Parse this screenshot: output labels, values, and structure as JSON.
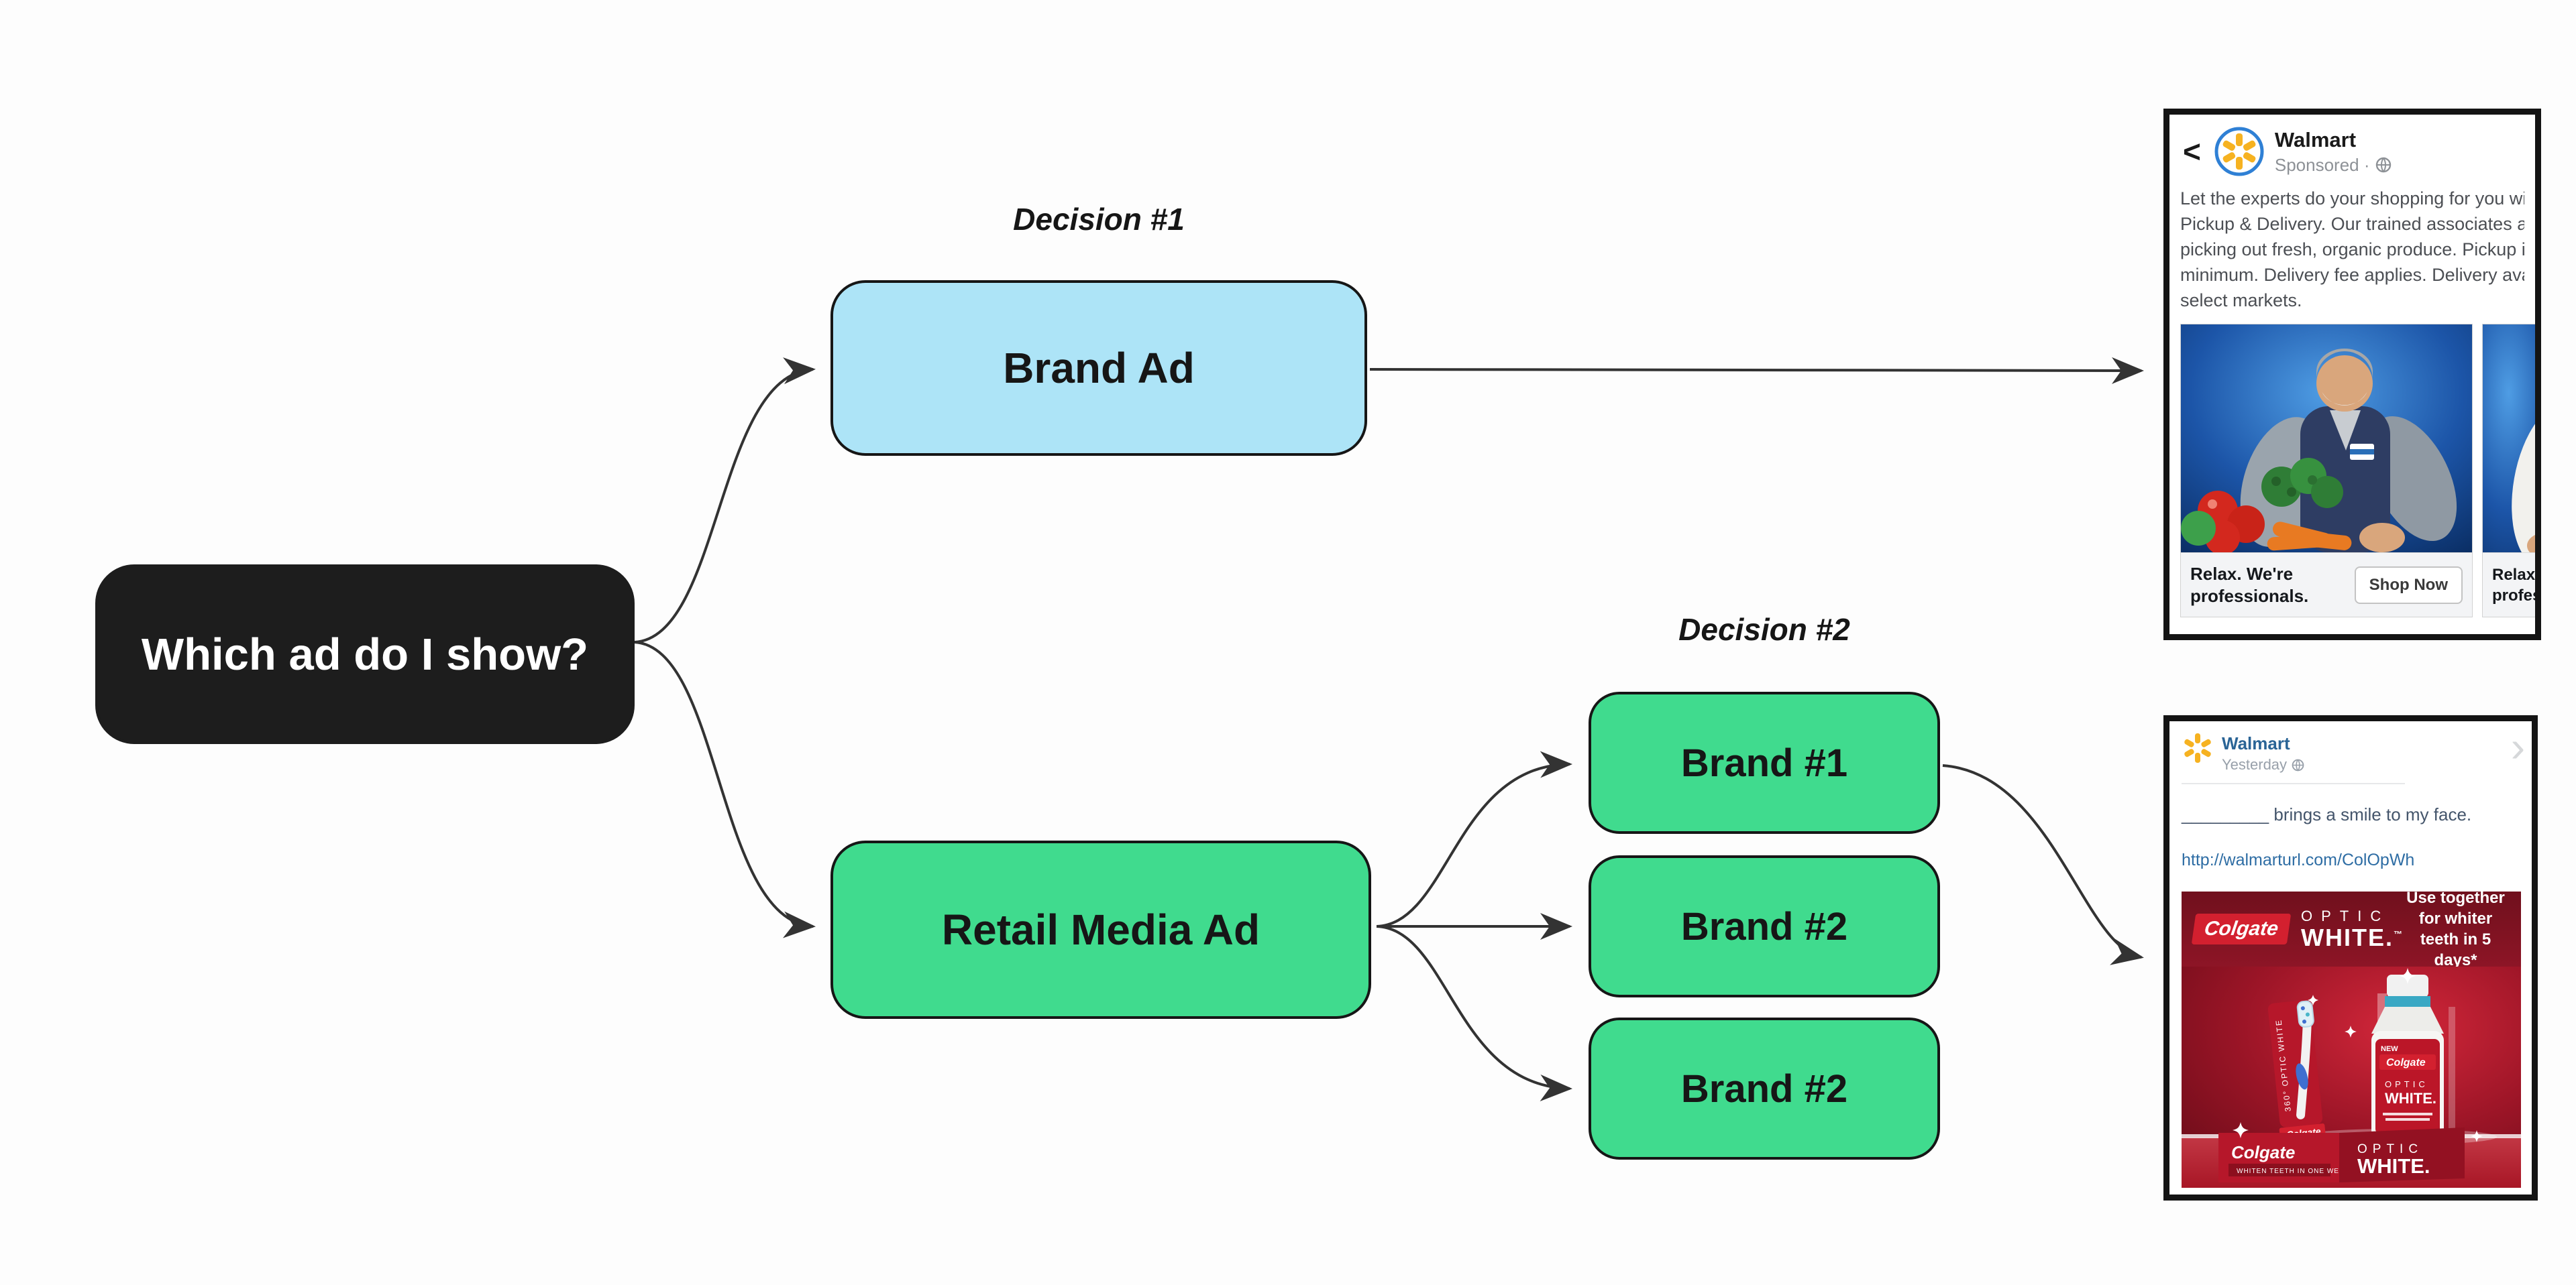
{
  "flowchart": {
    "root_node": {
      "label": "Which ad do I show?",
      "bg": "#1d1d1d"
    },
    "decision_1": {
      "label": "Decision #1"
    },
    "decision_2": {
      "label": "Decision #2"
    },
    "brand_ad_node": {
      "label": "Brand Ad",
      "bg": "#ade4f7"
    },
    "retail_media_node": {
      "label": "Retail Media Ad",
      "bg": "#40db8e"
    },
    "brand_1_node": {
      "label": "Brand #1",
      "bg": "#40db8e"
    },
    "brand_2_node": {
      "label": "Brand #2",
      "bg": "#40db8e"
    },
    "brand_2b_node": {
      "label": "Brand #2",
      "bg": "#40db8e"
    },
    "connector_color": "#333333"
  },
  "brand_ad_preview": {
    "back_chevron": "<",
    "advertiser": "Walmart",
    "meta": "Sponsored · ",
    "body_lines": [
      "Let the experts do your shopping for you with Gro",
      "Pickup & Delivery. Our trained associates are pros",
      "picking out fresh, organic produce. Pickup is free.",
      "minimum. Delivery fee applies. Delivery available i",
      "select markets."
    ],
    "card_1": {
      "caption": "Relax. We're professionals.",
      "cta": "Shop Now"
    },
    "card_2": {
      "caption_line1": "Relax.",
      "caption_line2": "profes"
    }
  },
  "retail_ad_preview": {
    "advertiser": "Walmart",
    "meta": "Yesterday ",
    "corner_chevron": "›",
    "post_text": "_________ brings a smile to my face.",
    "link": "http://walmarturl.com/ColOpWh",
    "banner": {
      "brand": "Colgate",
      "product_line1": "OPTIC",
      "product_line2": "WHITE.",
      "tm": "™",
      "claim_line1": "Use together for whiter",
      "claim_line2": "teeth in 5 days*"
    },
    "product_shot": {
      "new_tag": "NEW",
      "bottle_brand": "Colgate",
      "bottle_line1": "OPTIC",
      "bottle_line2": "WHITE.",
      "brush_brand": "Colgate",
      "brush_vertical": "360° OPTIC WHITE",
      "box_brand": "Colgate",
      "box_claim": "WHITEN TEETH IN ONE WEEK",
      "box_side_line1": "OPTIC",
      "box_side_line2": "WHITE."
    }
  }
}
